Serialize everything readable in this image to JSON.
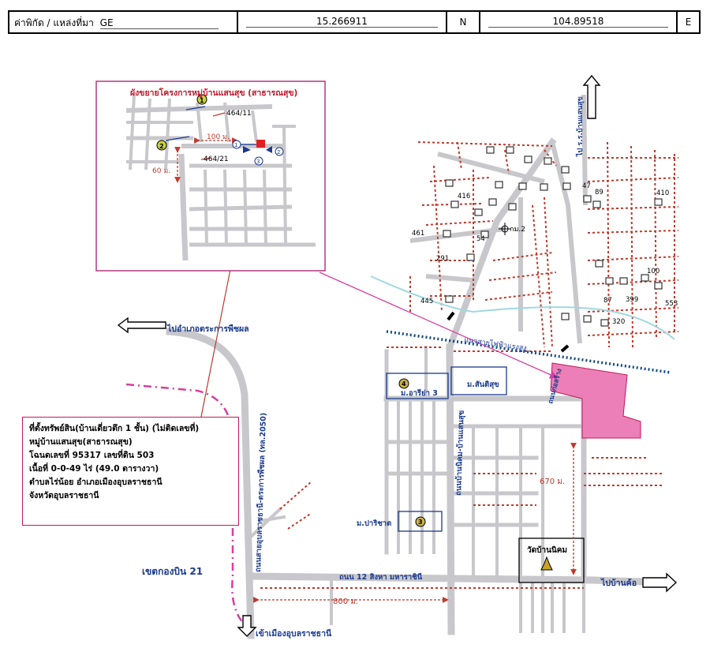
{
  "header": {
    "label": "ค่าพิกัด / แหล่งที่มา",
    "source": "GE",
    "lat": "15.266911",
    "lat_dir": "N",
    "lon": "104.89518",
    "lon_dir": "E"
  },
  "inset": {
    "title": "ผังขยายโครงการหมู่บ้านแสนสุข (สาธารณสุข)",
    "markers": [
      "1",
      "2",
      "1",
      "2",
      "3"
    ],
    "lots": [
      "464/11",
      "464/21"
    ],
    "dist_100": "100 ม.",
    "dist_60": "60 ม."
  },
  "roads": {
    "left_top": "ไปอำเภอตระการพืชผล",
    "main_vertical": "ถนนสายอุบลราชธานี-ตระการพืชผล (ทล.2050)",
    "bottom_down": "เข้าเมืองอุบลราชธานี",
    "bottom_road": "ถนน 12 สิงหา มหาราชินี",
    "right_exit": "ไปบ้านค้อ",
    "village_road": "ถนนบ้านนิคม-บ้านแสนสุข",
    "top_right": "ไป ร.ร.บ้านแสนสุข",
    "powerline": "แนวสายไฟฟ้าแรงสูง",
    "construct_road": "ถนนก่อสร้าง"
  },
  "places": {
    "m3": "ม.อารีย่า 3",
    "m4": "4",
    "santisuk": "ม.สันติสุข",
    "parichat": "ม.ปาริชาต",
    "m5": "3",
    "wat": "วัดบ้านนิคม",
    "airbase": "เขตกองบิน 21"
  },
  "distances": {
    "d670": "670 ม.",
    "d800": "800 ม."
  },
  "houses": [
    "47",
    "89",
    "410",
    "416",
    "461",
    "54",
    "291",
    "445",
    "100",
    "87",
    "399",
    "553",
    "320"
  ],
  "marker_km2": "กม.2",
  "info": {
    "line1": "ที่ตั้งทรัพย์สิน(บ้านเดี่ยวตึก  1  ชั้น) (ไม่ติดเลขที่)",
    "line2": "หมู่บ้านแสนสุข(สาธารณสุข)",
    "line3": "โฉนดเลขที่  95317  เลขที่ดิน  503",
    "line4": "เนื้อที่  0-0-49  ไร่   (49.0  ตารางวา)",
    "line5": "ตำบลไร่น้อย   อำเภอเมืองอุบลราชธานี",
    "line6": "จังหวัดอุบลราชธานี"
  },
  "colors": {
    "road": "#c8c8cc",
    "road_dark": "#a9a9ae",
    "parcel": "#c0392b",
    "inset_border": "#b03a7a",
    "pink": "#ec7fb7",
    "blue": "#1a3a8f",
    "dotted_line": "#0d4a8a"
  }
}
